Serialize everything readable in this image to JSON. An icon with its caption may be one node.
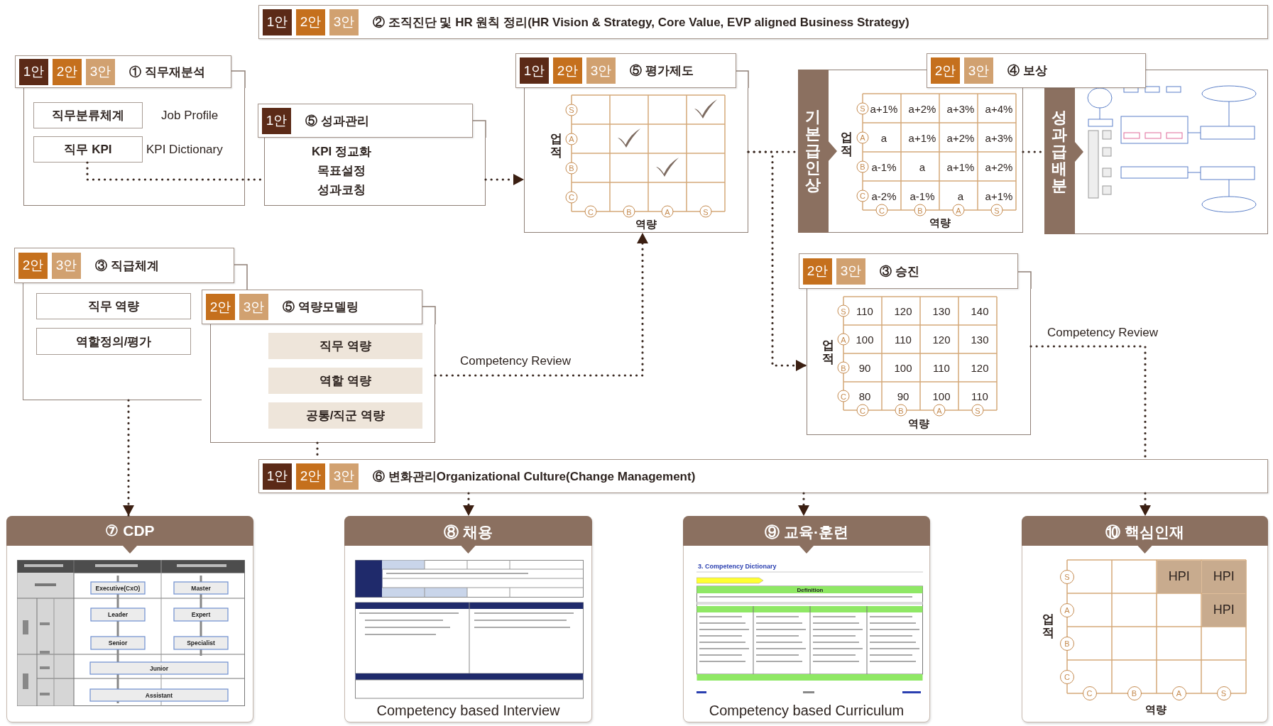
{
  "diagram": {
    "nodes": [
      {
        "text": [
          "1안",
          "2안",
          "3안",
          "② 조직진단 및 HR 원칙 정리(HR Vision & Strategy, Core Value, EVP aligned Business Strategy)"
        ]
      },
      {
        "text": [
          "1안",
          "2안",
          "3안",
          "① 직무재분석"
        ]
      },
      {
        "text": [],
        "shape": "box"
      },
      {
        "text": [
          "직무분류체계"
        ],
        "in": 2,
        "beside": [
          "Job Profile"
        ]
      },
      {
        "text": [
          "직무 KPI"
        ],
        "in": 2,
        "beside": [
          "KPI Dictionary"
        ]
      },
      {
        "text": [
          "1안",
          "⑤ 성과관리"
        ]
      },
      {
        "text": [
          "KPI 정교화",
          "목표설정",
          "성과코칭"
        ]
      },
      {
        "text": [
          "1안",
          "2안",
          "3안",
          "⑤ 평가제도"
        ]
      },
      {
        "text": [],
        "shape": "box"
      },
      {
        "text": [
          "2안",
          "3안",
          "④ 보상"
        ]
      },
      {
        "text": [
          "기본급인상"
        ]
      },
      {
        "text": [
          "성과급배분"
        ]
      },
      {
        "text": [
          "2안",
          "3안",
          "③ 승진"
        ]
      },
      {
        "text": [],
        "shape": "box"
      },
      {
        "text": [
          "2안",
          "3안",
          "③ 직급체계"
        ]
      },
      {
        "text": [],
        "shape": "box"
      },
      {
        "text": [
          "직무 역량"
        ],
        "in": 15
      },
      {
        "text": [
          "역할정의/평가"
        ],
        "in": 15
      },
      {
        "text": [
          "2안",
          "3안",
          "⑤ 역량모델링"
        ]
      },
      {
        "text": [],
        "shape": "box"
      },
      {
        "text": [
          "직무 역량"
        ],
        "in": 19
      },
      {
        "text": [
          "역할 역량"
        ],
        "in": 19
      },
      {
        "text": [
          "공통/직군 역량"
        ],
        "in": 19
      },
      {
        "text": [
          "1안",
          "2안",
          "3안",
          "⑥ 변화관리Organizational Culture(Change Management)"
        ]
      },
      {
        "text": [
          "⑦ CDP"
        ]
      },
      {
        "text": [
          "⑧ 채용",
          "Competency based Interview"
        ]
      },
      {
        "text": [
          "⑨ 교육·훈련",
          "Competency based Curriculum"
        ]
      },
      {
        "text": [
          "⑩ 핵심인재"
        ]
      }
    ],
    "edges": [
      {
        "from": 4,
        "to": 6,
        "arrow": "none"
      },
      {
        "from": 6,
        "to": 8,
        "arrow": "to"
      },
      {
        "from": 19,
        "to": 8,
        "arrow": "to",
        "label": "Competency Review"
      },
      {
        "from": 8,
        "to": 10,
        "arrow": "none"
      },
      {
        "from": 10,
        "to": 11,
        "arrow": "none"
      },
      {
        "from": 8,
        "to": 13,
        "arrow": "to"
      },
      {
        "from": 13,
        "to": 23,
        "arrow": "none",
        "label": "Competency Review"
      },
      {
        "from": 19,
        "to": 23,
        "arrow": "none"
      },
      {
        "from": 15,
        "to": 24,
        "arrow": "to"
      },
      {
        "from": 23,
        "to": 25,
        "arrow": "to"
      },
      {
        "from": 23,
        "to": 26,
        "arrow": "to"
      },
      {
        "from": 23,
        "to": 27,
        "arrow": "to"
      }
    ],
    "labels": [
      "업적",
      "S",
      "A",
      "B",
      "C",
      "C",
      "B",
      "A",
      "S",
      "역량",
      "업적",
      "S",
      "a+1%",
      "a+2%",
      "a+3%",
      "a+4%",
      "A",
      "a",
      "a+1%",
      "a+2%",
      "a+3%",
      "B",
      "a-1%",
      "a",
      "a+1%",
      "a+2%",
      "C",
      "a-2%",
      "a-1%",
      "a",
      "a+1%",
      "C",
      "B",
      "A",
      "S",
      "역량",
      "업적",
      "S",
      "110",
      "120",
      "130",
      "140",
      "A",
      "100",
      "110",
      "120",
      "130",
      "B",
      "90",
      "100",
      "110",
      "120",
      "C",
      "80",
      "90",
      "100",
      "110",
      "C",
      "B",
      "A",
      "S",
      "역량",
      "Executive(CxO)",
      "Master",
      "Leader",
      "Expert",
      "Senior",
      "Specialist",
      "Junior",
      "Assistant",
      "3. Competency Dictionary",
      "Definition",
      "업적",
      "S",
      "HPI",
      "HPI",
      "A",
      "HPI",
      "B",
      "C",
      "C",
      "B",
      "A",
      "S",
      "역량"
    ]
  }
}
